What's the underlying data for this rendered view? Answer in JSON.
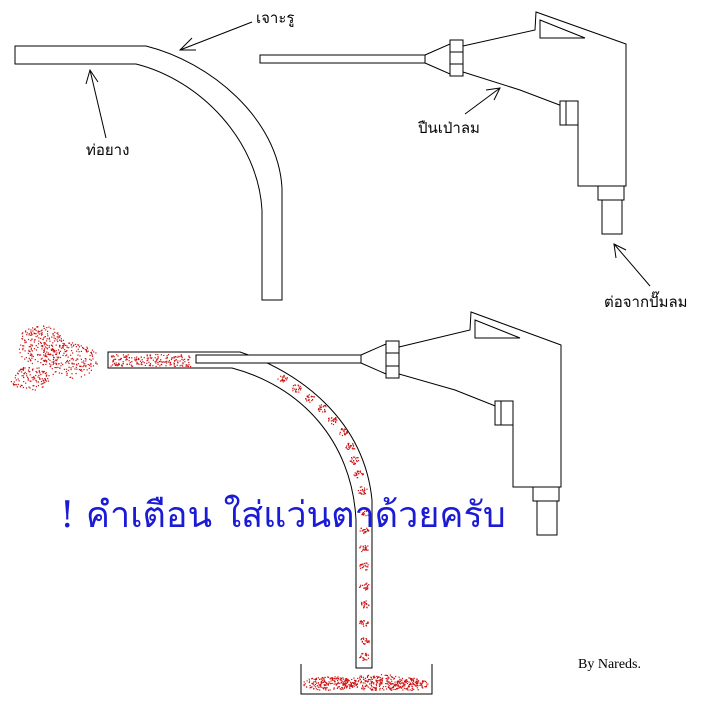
{
  "labels": {
    "drill_hole": "เจาะรู",
    "rubber_hose": "ท่อยาง",
    "air_gun": "ปืนเป่าลม",
    "from_pump": "ต่อจากปั๊มลม"
  },
  "warning": "! คำเตือน ใส่แว่นตาด้วยครับ",
  "credit": "By Nareds.",
  "colors": {
    "lines": "#000000",
    "dust": "#cc1111",
    "warning_text": "#1b1bd6",
    "background": "#ffffff"
  }
}
